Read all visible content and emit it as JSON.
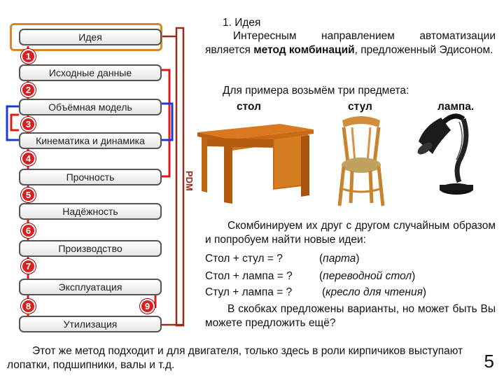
{
  "diagram": {
    "stages": [
      "Идея",
      "Исходные данные",
      "Объёмная модель",
      "Кинематика и динамика",
      "Прочность",
      "Надёжность",
      "Производство",
      "Эксплуатация",
      "Утилизация"
    ],
    "numbers": [
      "1",
      "2",
      "3",
      "4",
      "5",
      "6",
      "7",
      "8",
      "9"
    ],
    "side_label": "PDM",
    "colors": {
      "red": "#e01b1b",
      "blue": "#1a3cd6",
      "orange": "#d9862a",
      "side": "#9a2a1a"
    }
  },
  "text": {
    "heading_num": "1.",
    "heading_word": "Идея",
    "p1_a": "Интересным направлением автоматизации является ",
    "p1_bold": "метод комбинаций",
    "p1_b": ", предложенный Эдисоном.",
    "p2": "Для примера возьмём три предмета:",
    "items": [
      "стол",
      "стул",
      "лампа."
    ],
    "p3": "Скомбинируем их друг с другом случайным образом и попробуем найти новые идеи:",
    "combos": [
      {
        "left": "Стол + стул = ?",
        "right": "парта"
      },
      {
        "left": "Стол + лампа = ?",
        "right": "переводной стол"
      },
      {
        "left": "Стул + лампа = ?",
        "right": "кресло для чтения"
      }
    ],
    "p4": "В скобках предложены варианты, но может быть Вы можете предложить ещё?",
    "footer": "Этот же метод подходит и для двигателя, только здесь в роли кирпичиков выступают лопатки, подшипники, валы и т.д.",
    "page_number": "5"
  },
  "images": [
    "table-image",
    "chair-image",
    "lamp-image"
  ]
}
